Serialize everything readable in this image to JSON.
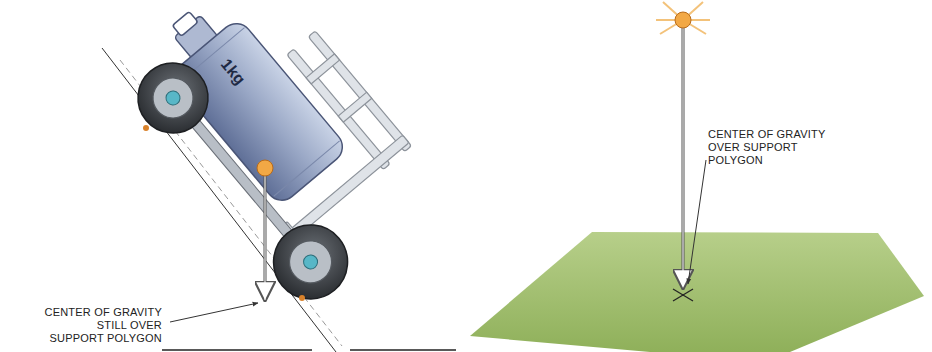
{
  "diagram": {
    "labels": [
      "1kg",
      "CENTER OF GRAVITY STILL OVER SUPPORT POLYGON",
      "CENTER OF GRAVITY OVER SUPPORT POLYGON"
    ]
  }
}
